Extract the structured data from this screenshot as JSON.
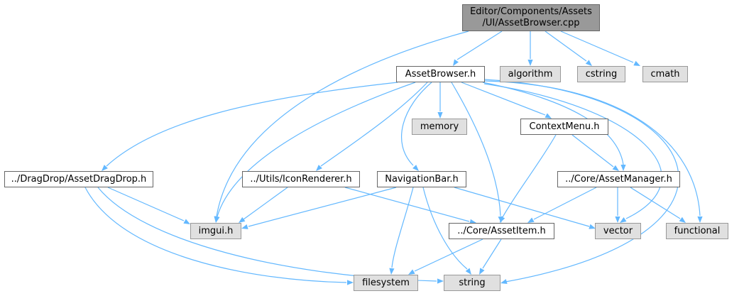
{
  "diagram": {
    "edge_color": "#63b8ff",
    "nodes": [
      {
        "id": "root",
        "label_lines": [
          "Editor/Components/Assets",
          "/UI/AssetBrowser.cpp"
        ],
        "kind": "root"
      },
      {
        "id": "assetbrowser_h",
        "label_lines": [
          "AssetBrowser.h"
        ],
        "kind": "local"
      },
      {
        "id": "algorithm",
        "label_lines": [
          "algorithm"
        ],
        "kind": "system"
      },
      {
        "id": "cstring",
        "label_lines": [
          "cstring"
        ],
        "kind": "system"
      },
      {
        "id": "cmath",
        "label_lines": [
          "cmath"
        ],
        "kind": "system"
      },
      {
        "id": "memory",
        "label_lines": [
          "memory"
        ],
        "kind": "system"
      },
      {
        "id": "contextmenu_h",
        "label_lines": [
          "ContextMenu.h"
        ],
        "kind": "local"
      },
      {
        "id": "dragdrop_h",
        "label_lines": [
          "../DragDrop/AssetDragDrop.h"
        ],
        "kind": "local"
      },
      {
        "id": "iconrenderer_h",
        "label_lines": [
          "../Utils/IconRenderer.h"
        ],
        "kind": "local"
      },
      {
        "id": "navigationbar_h",
        "label_lines": [
          "NavigationBar.h"
        ],
        "kind": "local"
      },
      {
        "id": "assetmanager_h",
        "label_lines": [
          "../Core/AssetManager.h"
        ],
        "kind": "local"
      },
      {
        "id": "imgui_h",
        "label_lines": [
          "imgui.h"
        ],
        "kind": "system"
      },
      {
        "id": "assetitem_h",
        "label_lines": [
          "../Core/AssetItem.h"
        ],
        "kind": "local"
      },
      {
        "id": "vector",
        "label_lines": [
          "vector"
        ],
        "kind": "system"
      },
      {
        "id": "functional",
        "label_lines": [
          "functional"
        ],
        "kind": "system"
      },
      {
        "id": "filesystem",
        "label_lines": [
          "filesystem"
        ],
        "kind": "system"
      },
      {
        "id": "string",
        "label_lines": [
          "string"
        ],
        "kind": "system"
      }
    ],
    "edges": [
      {
        "from": "root",
        "to": "assetbrowser_h"
      },
      {
        "from": "root",
        "to": "algorithm"
      },
      {
        "from": "root",
        "to": "cstring"
      },
      {
        "from": "root",
        "to": "cmath"
      },
      {
        "from": "root",
        "to": "imgui_h"
      },
      {
        "from": "assetbrowser_h",
        "to": "dragdrop_h"
      },
      {
        "from": "assetbrowser_h",
        "to": "imgui_h"
      },
      {
        "from": "assetbrowser_h",
        "to": "iconrenderer_h"
      },
      {
        "from": "assetbrowser_h",
        "to": "navigationbar_h"
      },
      {
        "from": "assetbrowser_h",
        "to": "memory"
      },
      {
        "from": "assetbrowser_h",
        "to": "assetitem_h"
      },
      {
        "from": "assetbrowser_h",
        "to": "contextmenu_h"
      },
      {
        "from": "assetbrowser_h",
        "to": "assetmanager_h"
      },
      {
        "from": "assetbrowser_h",
        "to": "vector"
      },
      {
        "from": "assetbrowser_h",
        "to": "functional"
      },
      {
        "from": "assetbrowser_h",
        "to": "string"
      },
      {
        "from": "contextmenu_h",
        "to": "assetmanager_h"
      },
      {
        "from": "contextmenu_h",
        "to": "assetitem_h"
      },
      {
        "from": "dragdrop_h",
        "to": "imgui_h"
      },
      {
        "from": "dragdrop_h",
        "to": "filesystem"
      },
      {
        "from": "dragdrop_h",
        "to": "string"
      },
      {
        "from": "iconrenderer_h",
        "to": "imgui_h"
      },
      {
        "from": "iconrenderer_h",
        "to": "assetitem_h"
      },
      {
        "from": "navigationbar_h",
        "to": "imgui_h"
      },
      {
        "from": "navigationbar_h",
        "to": "vector"
      },
      {
        "from": "navigationbar_h",
        "to": "filesystem"
      },
      {
        "from": "navigationbar_h",
        "to": "string"
      },
      {
        "from": "assetmanager_h",
        "to": "assetitem_h"
      },
      {
        "from": "assetmanager_h",
        "to": "vector"
      },
      {
        "from": "assetmanager_h",
        "to": "functional"
      },
      {
        "from": "assetitem_h",
        "to": "filesystem"
      },
      {
        "from": "assetitem_h",
        "to": "string"
      }
    ]
  }
}
